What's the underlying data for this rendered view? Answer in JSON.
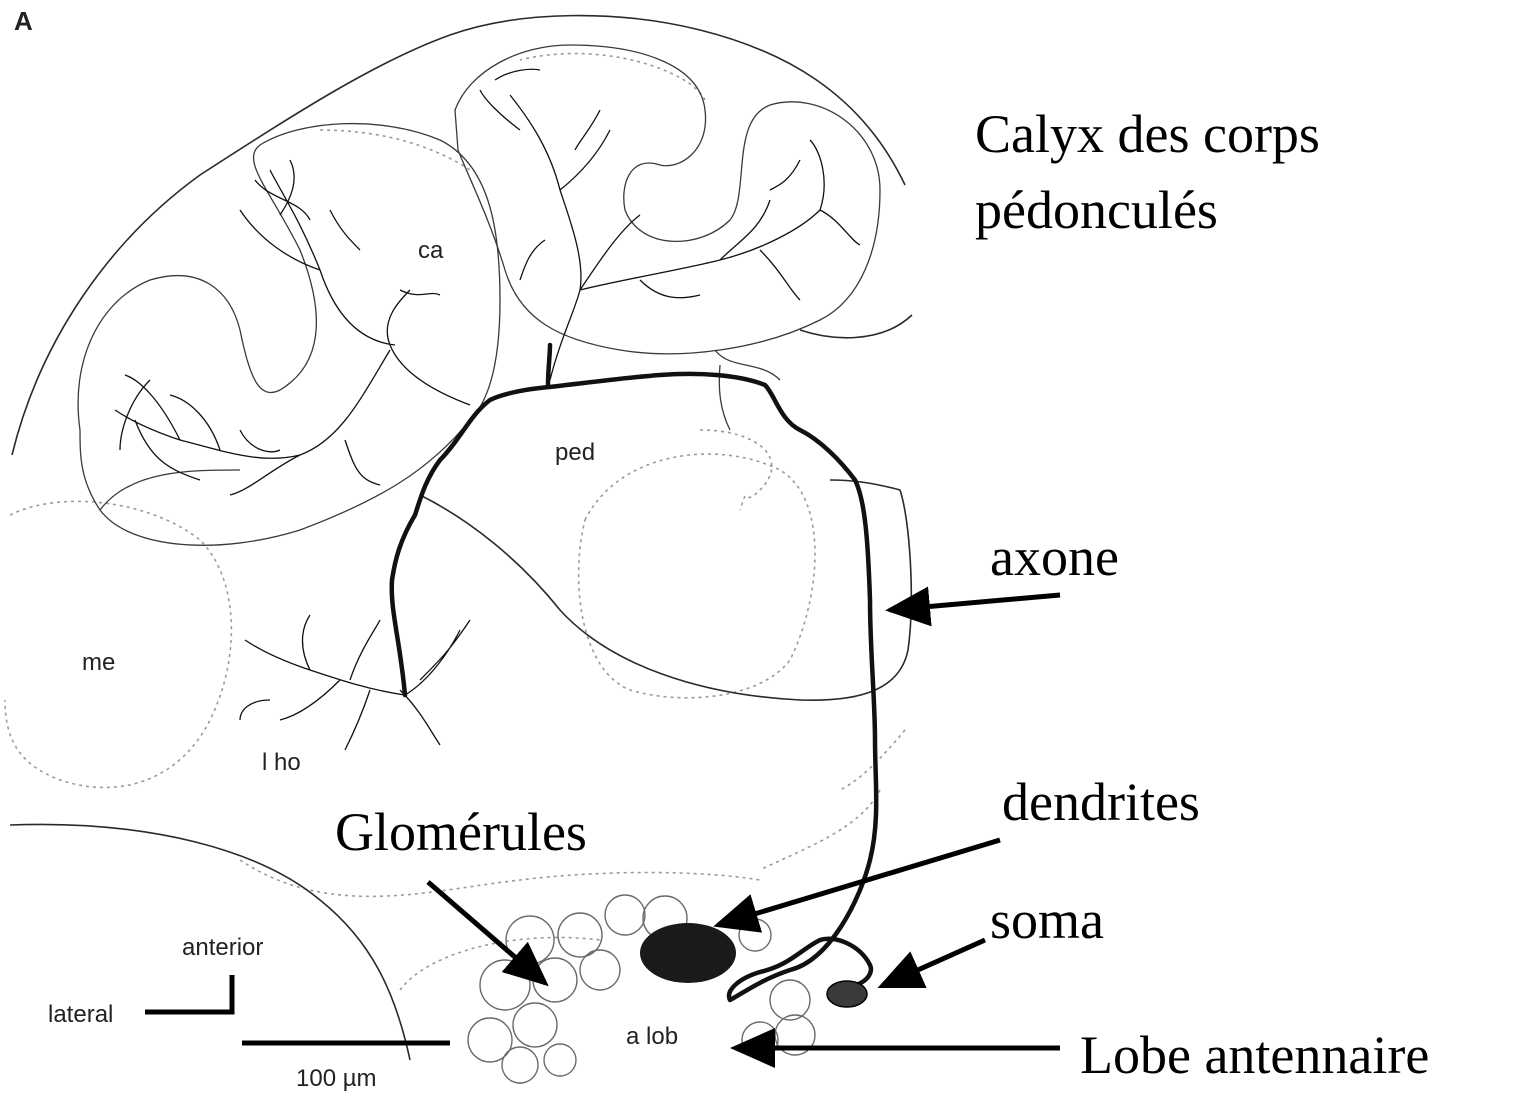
{
  "panel": {
    "letter": "A"
  },
  "regions": {
    "ca": "ca",
    "ped": "ped",
    "me": "me",
    "l_ho": "l ho",
    "a_lob": "a lob"
  },
  "annotations": {
    "calyx_line1": "Calyx des corps",
    "calyx_line2": "pédonculés",
    "axone": "axone",
    "dendrites": "dendrites",
    "glomerules": "Glomérules",
    "soma": "soma",
    "lobe_antennaire": "Lobe antennaire"
  },
  "orientation": {
    "anterior": "anterior",
    "lateral": "lateral"
  },
  "scale_bar": {
    "label": "100 µm"
  },
  "colors": {
    "ink": "#000000",
    "outline": "#2a2a2a",
    "dashed": "#9a9a9a",
    "glomerulus": "#6a6a6a"
  }
}
